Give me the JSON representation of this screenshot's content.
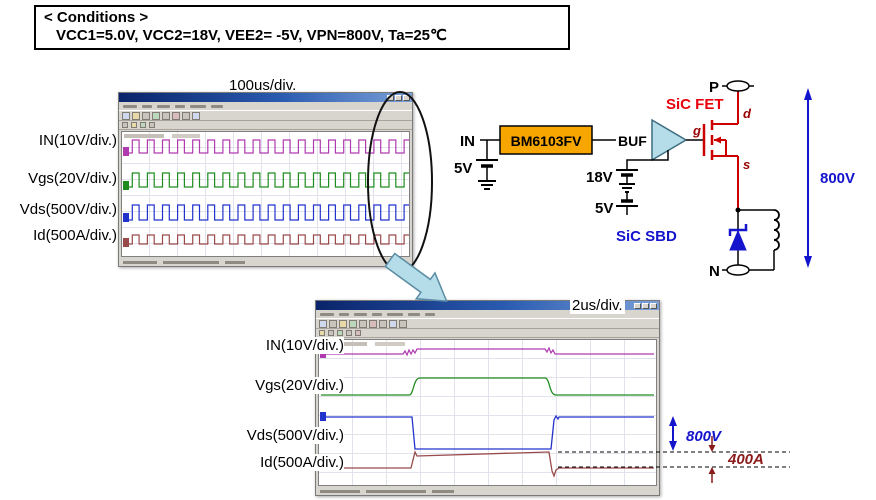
{
  "conditions": {
    "title": "< Conditions >",
    "body": "VCC1=5.0V, VCC2=18V, VEE2= -5V,  VPN=800V, Ta=25℃"
  },
  "scope_large": {
    "timebase": "100us/div.",
    "channels": [
      {
        "label": "IN(10V/div.)"
      },
      {
        "label": "Vgs(20V/div.)"
      },
      {
        "label": "Vds(500V/div.)"
      },
      {
        "label": "Id(500A/div.)"
      }
    ]
  },
  "scope_zoom": {
    "timebase": "2us/div.",
    "channels": [
      {
        "label": "IN(10V/div.)"
      },
      {
        "label": "Vgs(20V/div.)"
      },
      {
        "label": "Vds(500V/div.)"
      },
      {
        "label": "Id(500A/div.)"
      }
    ],
    "vds_swing": "800V",
    "id_swing": "400A"
  },
  "circuit": {
    "input_label": "IN",
    "driver_ic": "BM6103FV",
    "buffer_label": "BUF",
    "fet_label": "SiC FET",
    "fet_drain": "d",
    "fet_gate": "g",
    "fet_source": "s",
    "node_top": "P",
    "node_bottom": "N",
    "bus_voltage": "800V",
    "diode_label": "SiC SBD",
    "logic_supply": "5V",
    "gate_supply_pos": "18V",
    "gate_supply_neg": "5V"
  },
  "colors": {
    "driver_box_fill": "#f7a600",
    "fet_red": "#cc0000",
    "fet_terminal_red": "#990000",
    "sbd_blue": "#1414cc",
    "bus_blue": "#1414cc",
    "id_annotation_red": "#8b1a1a",
    "buffer_fill": "#b5dde9",
    "trace_in": "#b03ab0",
    "trace_vgs": "#1e8c1e",
    "trace_vds": "#2233cc",
    "trace_id": "#9a4a4a"
  }
}
